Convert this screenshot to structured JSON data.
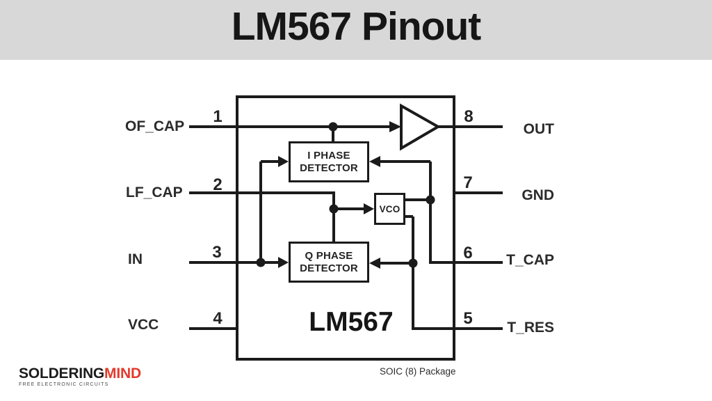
{
  "header": {
    "title": "LM567 Pinout"
  },
  "chip": {
    "label": "LM567",
    "package_note": "SOIC (8) Package"
  },
  "blocks": {
    "i_phase": {
      "line1": "I PHASE",
      "line2": "DETECTOR"
    },
    "q_phase": {
      "line1": "Q PHASE",
      "line2": "DETECTOR"
    },
    "vco": {
      "label": "VCO"
    }
  },
  "pins": {
    "left": [
      {
        "number": "1",
        "name": "OF_CAP"
      },
      {
        "number": "2",
        "name": "LF_CAP"
      },
      {
        "number": "3",
        "name": "IN"
      },
      {
        "number": "4",
        "name": "VCC"
      }
    ],
    "right": [
      {
        "number": "8",
        "name": "OUT"
      },
      {
        "number": "7",
        "name": "GND"
      },
      {
        "number": "6",
        "name": "T_CAP"
      },
      {
        "number": "5",
        "name": "T_RES"
      }
    ]
  },
  "footer": {
    "logo_part1": "SOLDERING",
    "logo_part2": "MIND",
    "logo_tagline": "FREE ELECTRONIC CIRCUITS"
  },
  "colors": {
    "header_bg": "#d8d8d8",
    "line": "#1b1b1b",
    "logo_accent": "#e23b2c"
  }
}
